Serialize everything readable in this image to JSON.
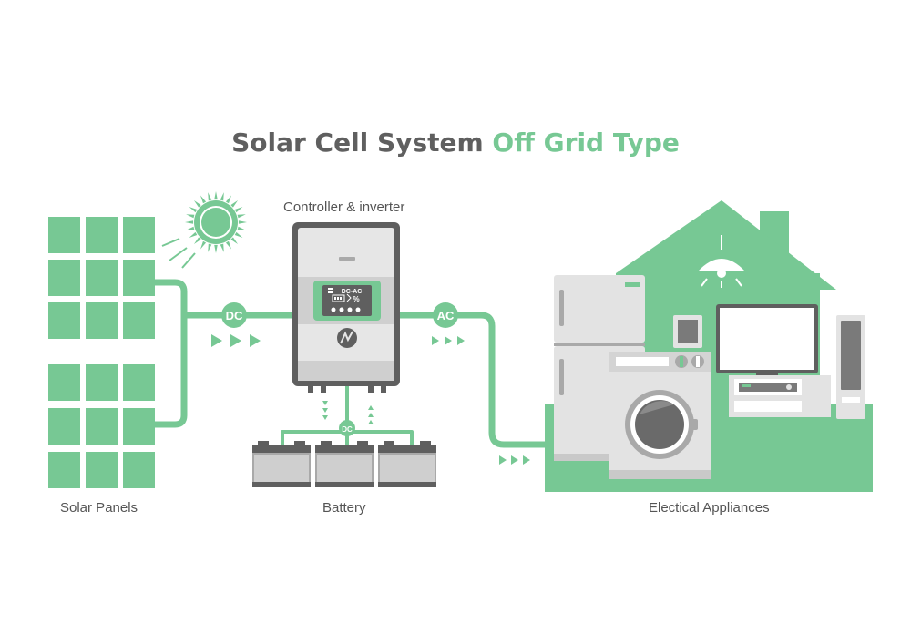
{
  "title": {
    "part1": "Solar Cell System ",
    "part2": "Off Grid Type"
  },
  "labels": {
    "controller": "Controller & inverter",
    "solar_panels": "Solar Panels",
    "battery": "Battery",
    "appliances": "Electical Appliances"
  },
  "badges": {
    "dc_left": "DC",
    "ac_right": "AC",
    "dc_battery": "DC"
  },
  "inverter_display": {
    "mode": "DC-AC",
    "unit": "%"
  },
  "colors": {
    "accent_green": "#77c894",
    "dark_gray": "#5f5f5f",
    "light_gray": "#e3e3e3",
    "mid_gray": "#a9a9a9"
  }
}
